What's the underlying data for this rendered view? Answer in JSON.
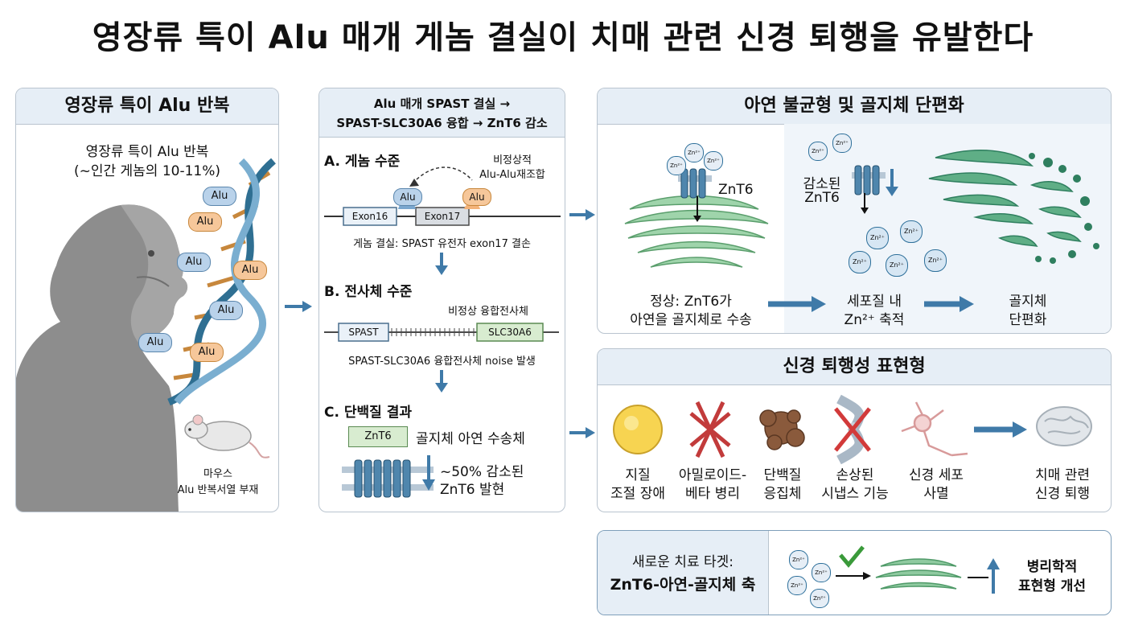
{
  "title": "영장류 특이 Alu 매개 게놈 결실이 치매 관련 신경 퇴행을 유발한다",
  "panel1": {
    "header": "영장류 특이 Alu 반복",
    "subtitle_line1": "영장류 특이 Alu 반복",
    "subtitle_line2": "(~인간 게놈의 10-11%)",
    "alu_label": "Alu",
    "mouse_line1": "마우스",
    "mouse_line2": "Alu 반복서열 부재"
  },
  "panel2": {
    "header_line1": "Alu 매개 SPAST 결실 →",
    "header_line2": "SPAST-SLC30A6 융합 → ZnT6 감소",
    "sectionA": "A. 게놈 수준",
    "recomb_line1": "비정상적",
    "recomb_line2": "Alu-Alu재조합",
    "alu": "Alu",
    "exon16": "Exon16",
    "exon17": "Exon17",
    "deletion_text": "게놈 결실: SPAST 유전자 exon17 결손",
    "sectionB": "B. 전사체 수준",
    "fusion_label": "비정상 융합전사체",
    "spast": "SPAST",
    "slc": "SLC30A6",
    "noise_text": "SPAST-SLC30A6 융합전사체 noise 발생",
    "sectionC": "C. 단백질 결과",
    "znt6": "ZnT6",
    "transporter": "골지체 아연 수송체",
    "reduced_line1": "~50% 감소된",
    "reduced_line2": "ZnT6 발현"
  },
  "panel3": {
    "header": "아연 불균형 및 골지체 단편화",
    "znt6": "ZnT6",
    "reduced_line1": "감소된",
    "reduced_line2": "ZnT6",
    "zn_label": "Zn²⁺",
    "normal_line1": "정상: ZnT6가",
    "normal_line2": "아연을 골지체로 수송",
    "cyto_line1": "세포질 내",
    "cyto_line2": "Zn²⁺ 축적",
    "frag_line1": "골지체",
    "frag_line2": "단편화"
  },
  "panel4": {
    "header": "신경 퇴행성 표현형",
    "items": [
      {
        "line1": "지질",
        "line2": "조절 장애"
      },
      {
        "line1": "아밀로이드-",
        "line2": "베타 병리"
      },
      {
        "line1": "단백질",
        "line2": "응집체"
      },
      {
        "line1": "손상된",
        "line2": "시냅스 기능"
      },
      {
        "line1": "신경 세포",
        "line2": "사멸"
      },
      {
        "line1": "치매 관련",
        "line2": "신경 퇴행"
      }
    ]
  },
  "panel5": {
    "line1": "새로운 치료 타겟:",
    "line2": "ZnT6-아연-골지체 축",
    "result_line1": "병리학적",
    "result_line2": "표현형 개선",
    "zn_label": "Zn²⁺"
  },
  "colors": {
    "header_bg": "#e6eef6",
    "border": "#b9c4cf",
    "arrow": "#3f7aa8",
    "golgi": "#7fbf93",
    "golgi_dark": "#2f7f5f",
    "alu_blue": "#b9d2ea",
    "alu_orange": "#f6c79a",
    "zinc": "#2d6f9a"
  }
}
